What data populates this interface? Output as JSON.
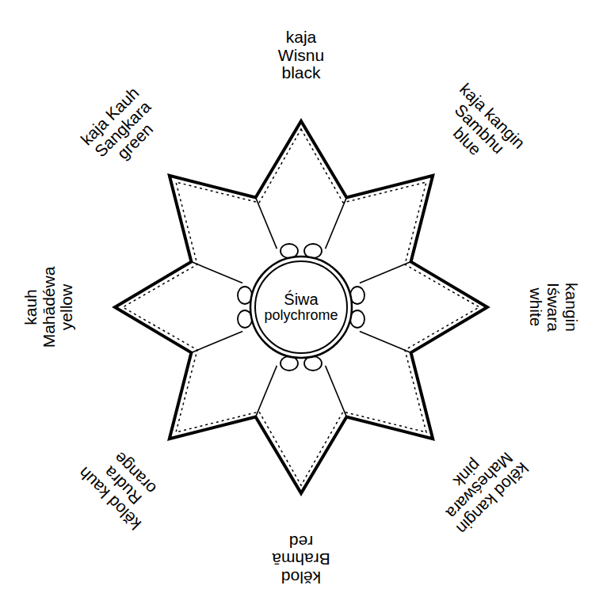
{
  "diagram": {
    "nodes": [
      {
        "text": [
          "Śiwa",
          "polychrome"
        ]
      }
    ],
    "labels": [
      "kaja",
      "Wisnu",
      "black",
      "kaja kangin",
      "Sambhu",
      "blue",
      "kangin",
      "Iśwara",
      "white",
      "kĕlod kangin",
      "Maheśwara",
      "pink",
      "kĕlod",
      "Brahmā",
      "red",
      "kĕlod kauh",
      "Rudra",
      "orange",
      "kauh",
      "Mahādéwa",
      "yellow",
      "kaja Kauh",
      "Sangkara",
      "green"
    ]
  }
}
